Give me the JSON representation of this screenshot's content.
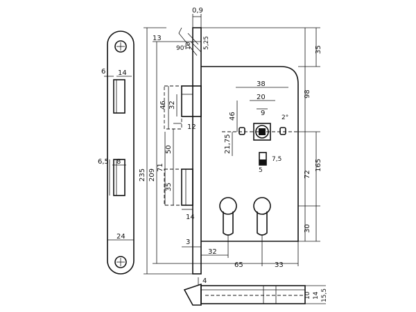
{
  "drawing": {
    "dims": {
      "d_0_9": "0,9",
      "d_13": "13",
      "d_90deg": "90°",
      "d_10_top": "10",
      "d_5_25": "5,25",
      "d_35": "35",
      "d_98": "98",
      "d_165": "165",
      "d_72": "72",
      "d_30": "30",
      "d_38": "38",
      "d_20": "20",
      "d_9": "9",
      "d_2deg": "2°",
      "d_46_center": "46",
      "d_21_75": "21,75",
      "d_7_5": "7,5",
      "d_5": "5",
      "d_46_left": "46",
      "d_32": "32",
      "d_12": "12",
      "d_50": "50",
      "d_71": "71",
      "d_35_left": "35",
      "d_14_bottom": "14",
      "d_209": "209",
      "d_235": "235",
      "d_3": "3",
      "d_32_bottom": "32",
      "d_65": "65",
      "d_33": "33",
      "d_6": "6",
      "d_14_plate": "14",
      "d_6_5": "6,5",
      "d_8": "8",
      "d_24": "24",
      "d_4": "4",
      "d_10_side": "10",
      "d_14_side": "14",
      "d_15_5": "15,5"
    }
  }
}
